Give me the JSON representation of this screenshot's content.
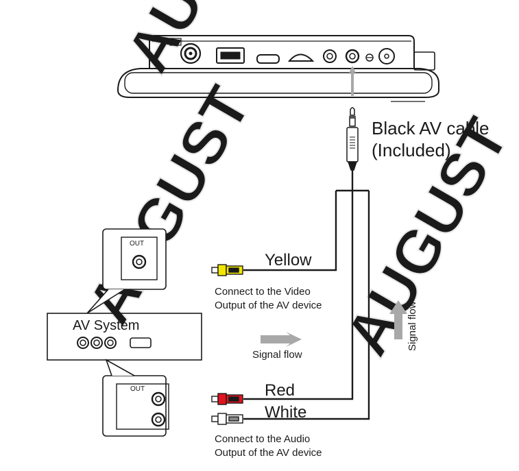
{
  "labels": {
    "cable_line1": "Black AV cable",
    "cable_line2": "(Included)",
    "yellow": "Yellow",
    "red": "Red",
    "white": "White",
    "video_line1": "Connect to the Video",
    "video_line2": "Output of the AV device",
    "audio_line1": "Connect to the Audio",
    "audio_line2": "Output of the AV device",
    "av_system": "AV System",
    "out_top": "OUT",
    "out_bottom": "OUT",
    "signal_flow_h": "Signal flow",
    "signal_flow_v": "Signal flow"
  },
  "watermark": "AUGUST",
  "colors": {
    "line": "#1a1a1a",
    "yellow_plug": "#f2e600",
    "red_plug": "#e0141e",
    "white_plug": "#ffffff",
    "arrow": "#a8a8a8",
    "watermark": "#e6e6e6"
  }
}
